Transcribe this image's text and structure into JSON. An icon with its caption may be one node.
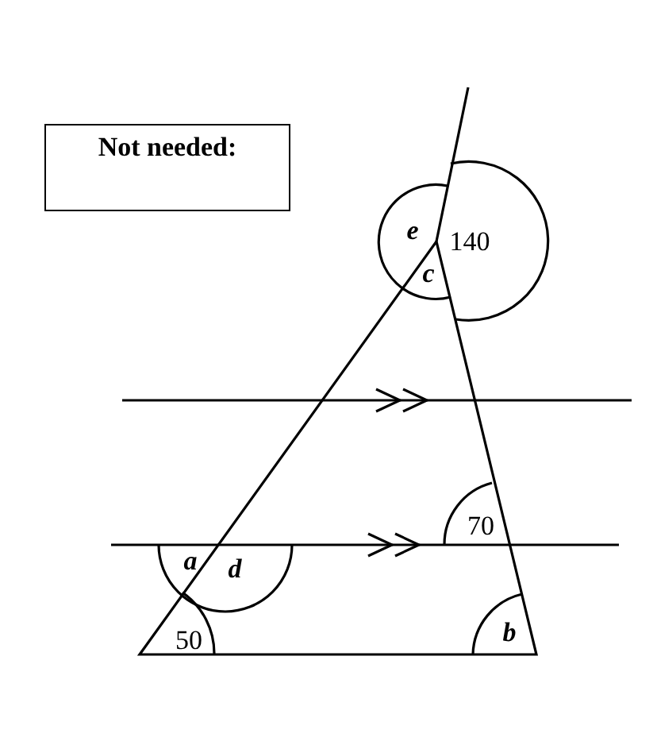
{
  "diagram": {
    "nodes": [
      {
        "text": [
          "Not needed:"
        ]
      }
    ],
    "labels": [
      "e",
      "140",
      "c",
      "70",
      "a",
      "d",
      "50",
      "b"
    ]
  }
}
